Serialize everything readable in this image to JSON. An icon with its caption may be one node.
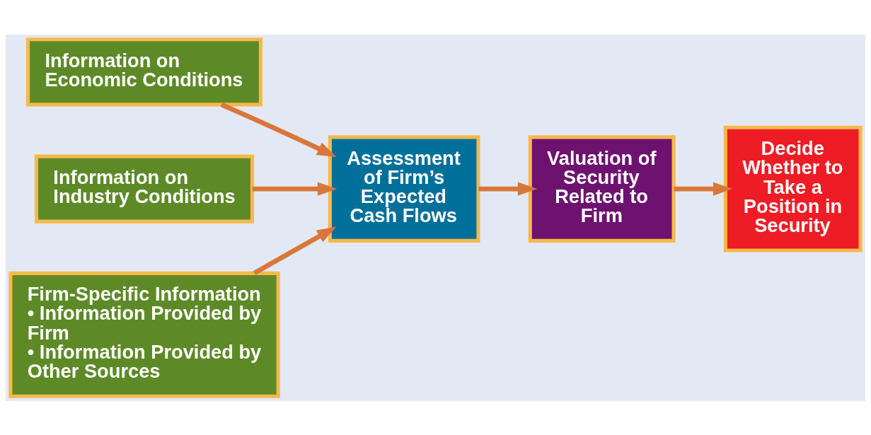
{
  "diagram": {
    "nodes": [
      {
        "text": [
          "Information on Economic Conditions"
        ]
      },
      {
        "text": [
          "Information on Industry Conditions"
        ]
      },
      {
        "text": [
          "Firm-Specific Information",
          "• Information Provided by Firm",
          "• Information Provided by Other Sources"
        ]
      },
      {
        "text": [
          "Assessment of Firm’s Expected Cash Flows"
        ]
      },
      {
        "text": [
          "Valuation of Security Related to Firm"
        ]
      },
      {
        "text": [
          "Decide Whether to Take a Position in Security"
        ]
      }
    ],
    "edges": [
      {
        "from": 0,
        "to": 3,
        "arrow": "to"
      },
      {
        "from": 1,
        "to": 3,
        "arrow": "to"
      },
      {
        "from": 2,
        "to": 3,
        "arrow": "to"
      },
      {
        "from": 3,
        "to": 4,
        "arrow": "to"
      },
      {
        "from": 4,
        "to": 5,
        "arrow": "to"
      }
    ]
  }
}
